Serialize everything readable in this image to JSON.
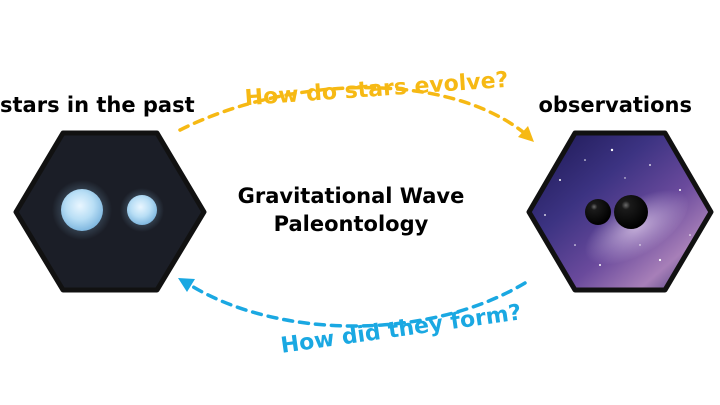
{
  "left": {
    "label": "stars in the past"
  },
  "right": {
    "label": "observations"
  },
  "center": {
    "title_line1": "Gravitational Wave",
    "title_line2": "Paleontology"
  },
  "top_arrow": {
    "question": "How do stars evolve?",
    "color": "#f6b914"
  },
  "bottom_arrow": {
    "question": "How did they form?",
    "color": "#1aa8e2"
  },
  "colors": {
    "hex_border": "#111111",
    "stars_bg": "#1b1e27",
    "star": "#a9d6f2",
    "space_deep": "#1a1650",
    "space_purple": "#6a4a9c",
    "black_hole": "#050505"
  },
  "icons": [
    "hexagon-stars-icon",
    "hexagon-black-holes-icon",
    "dashed-arrow-icon"
  ]
}
